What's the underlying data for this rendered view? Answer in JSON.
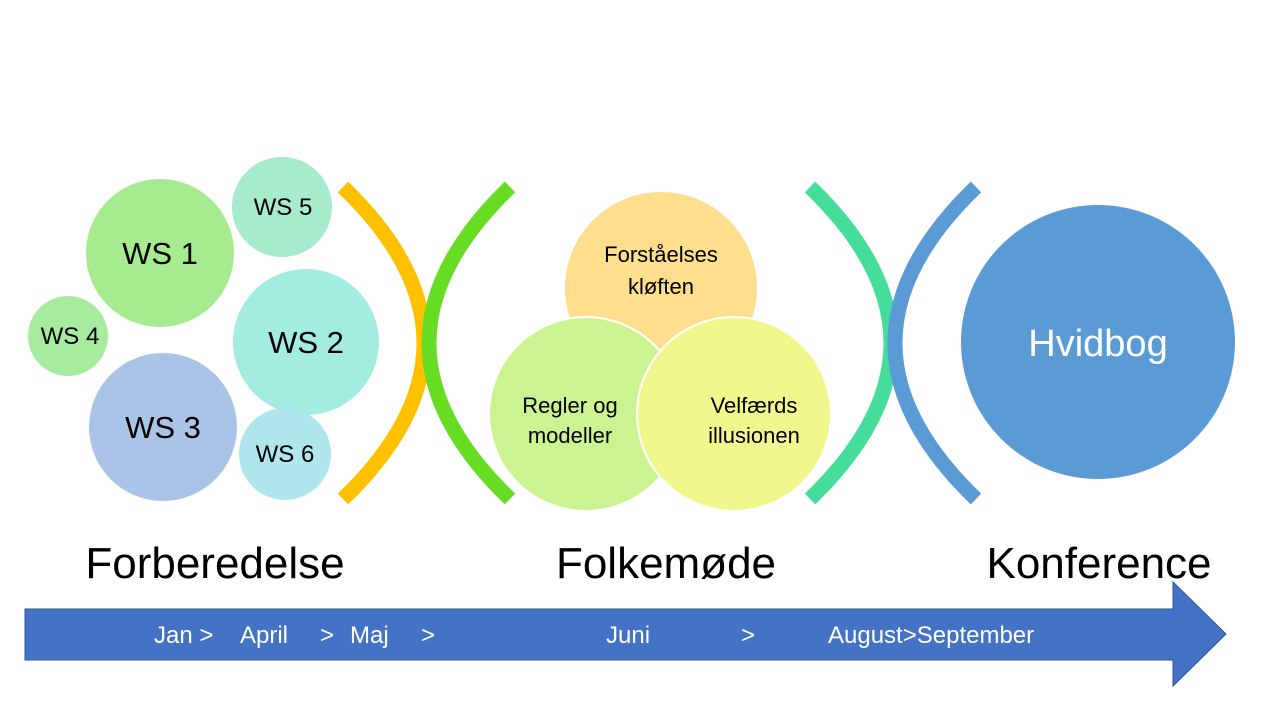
{
  "workshops": [
    {
      "id": "ws1",
      "label": "WS 1",
      "color": "#A6EB8F"
    },
    {
      "id": "ws2",
      "label": "WS 2",
      "color": "#A3EDE0"
    },
    {
      "id": "ws3",
      "label": "WS 3",
      "color": "#A9C4E6"
    },
    {
      "id": "ws4",
      "label": "WS 4",
      "color": "#A6EB9E"
    },
    {
      "id": "ws5",
      "label": "WS 5",
      "color": "#A6EBCB"
    },
    {
      "id": "ws6",
      "label": "WS 6",
      "color": "#AEE6EC"
    }
  ],
  "venn": [
    {
      "id": "top",
      "line1": "Forståelses",
      "line2": "kløften",
      "color": "#FDD97A"
    },
    {
      "id": "left",
      "line1": "Regler  og",
      "line2": "modeller",
      "color": "#C2F27E"
    },
    {
      "id": "right",
      "line1": "Velfærds",
      "line2": "illusionen",
      "color": "#EEF77A"
    }
  ],
  "brackets": [
    {
      "id": "forberedelse-close",
      "color": "#FFC000"
    },
    {
      "id": "folkemode-open",
      "color": "#66DD22"
    },
    {
      "id": "folkemode-close",
      "color": "#44DD99"
    },
    {
      "id": "konference-open",
      "color": "#5B9BD5"
    }
  ],
  "hvidbog": {
    "label": "Hvidbog",
    "color": "#5B9BD5"
  },
  "phases": {
    "forberedelse": "Forberedelse",
    "folkemode": "Folkemøde",
    "konference": "Konference"
  },
  "timeline": {
    "color": "#4472C4",
    "labels": [
      "Jan >",
      "April",
      ">",
      "Maj",
      ">",
      "Juni",
      ">",
      "August>September"
    ]
  }
}
